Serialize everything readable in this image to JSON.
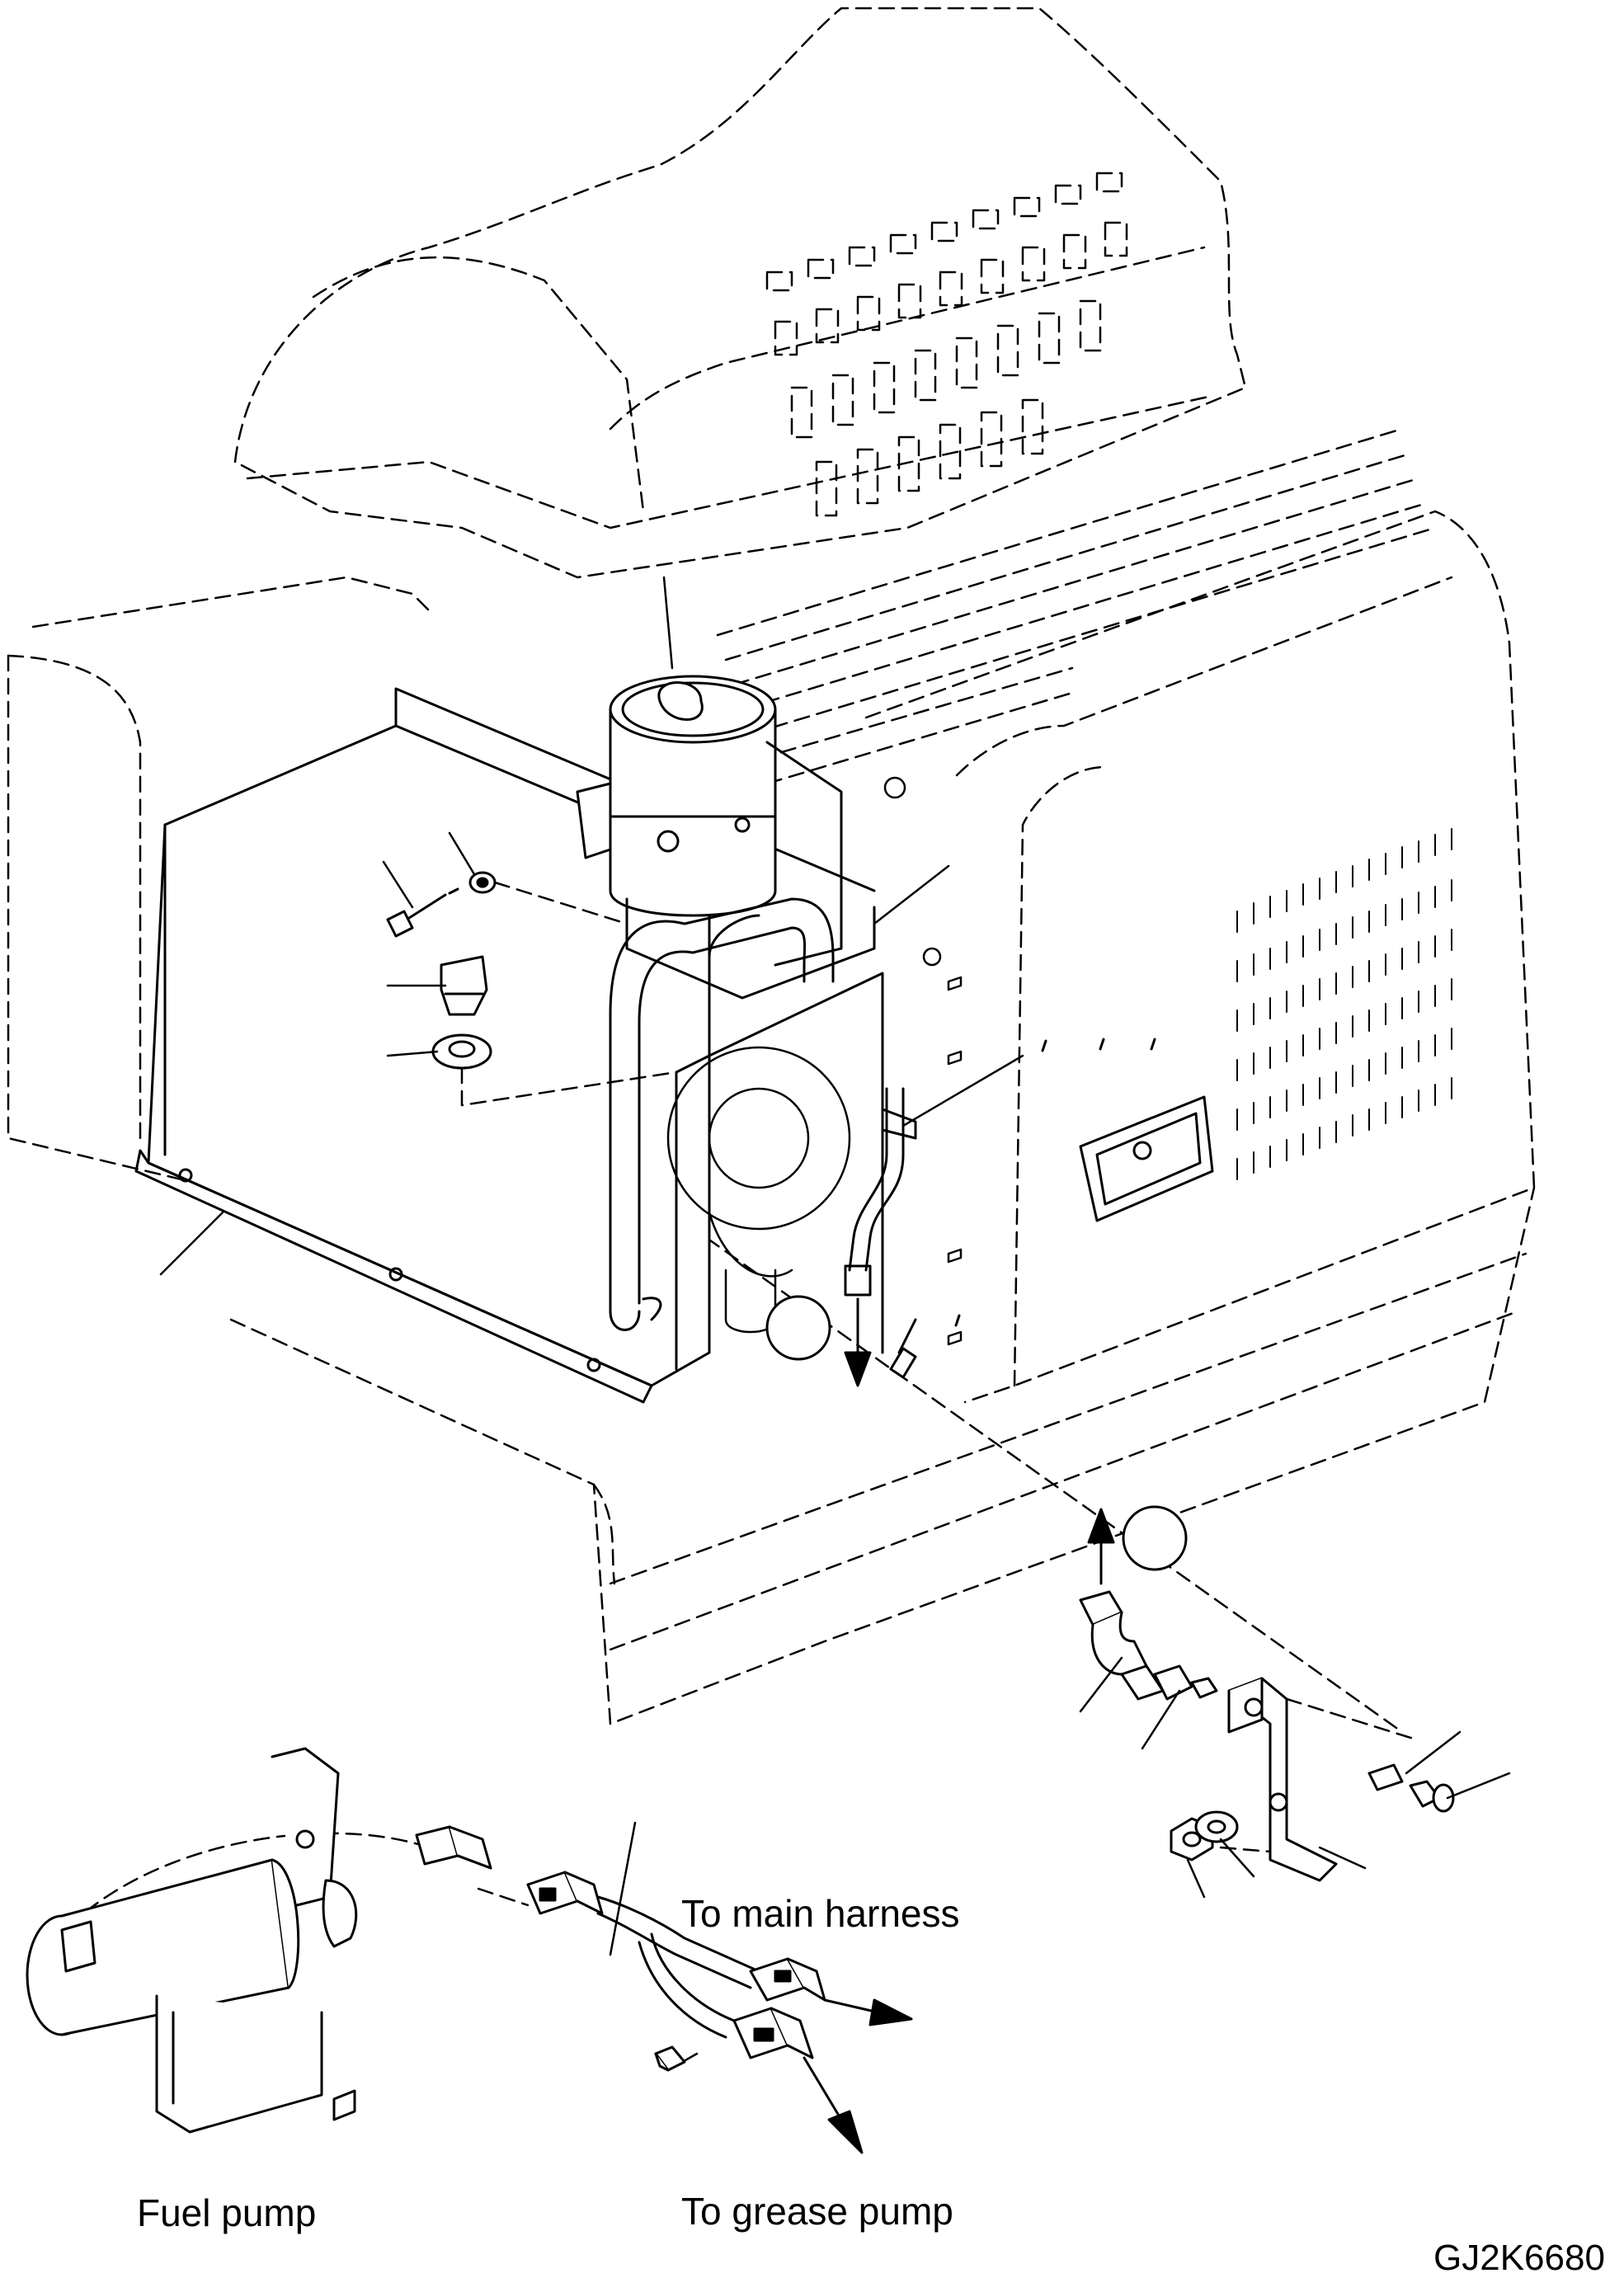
{
  "labels": {
    "to_main_harness": "To main harness",
    "to_grease_pump": "To grease pump",
    "fuel_pump": "Fuel pump"
  },
  "drawing_code": "GJ2K6680",
  "colors": {
    "line": "#000000",
    "background": "#ffffff",
    "callout_fill": "#ffffff"
  }
}
